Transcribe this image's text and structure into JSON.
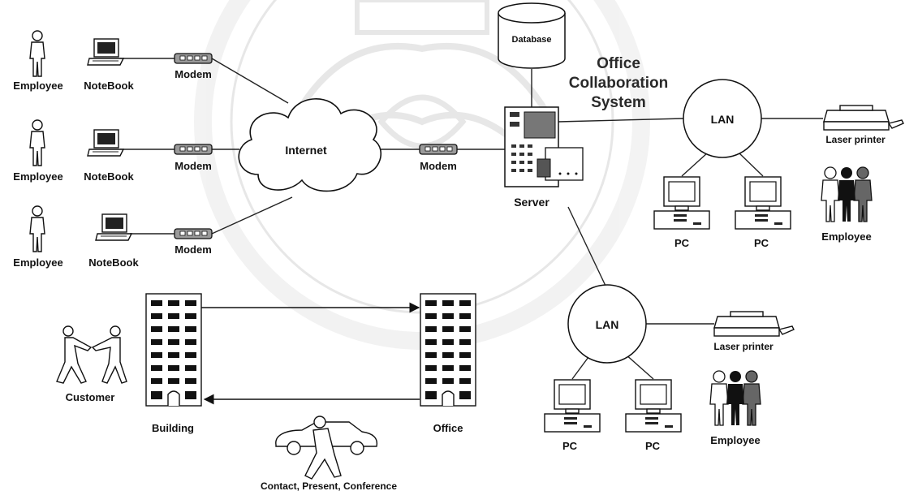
{
  "diagram": {
    "system_title": [
      "Office",
      "Collaboration",
      "System"
    ],
    "remote": [
      {
        "employee": "Employee",
        "notebook": "NoteBook",
        "modem": "Modem"
      },
      {
        "employee": "Employee",
        "notebook": "NoteBook",
        "modem": "Modem"
      },
      {
        "employee": "Employee",
        "notebook": "NoteBook",
        "modem": "Modem"
      }
    ],
    "internet": "Internet",
    "server_modem": "Modem",
    "database": "Database",
    "server": "Server",
    "lan_top": {
      "lan": "LAN",
      "printer": "Laser printer",
      "pcs": [
        "PC",
        "PC"
      ],
      "employees": "Employee"
    },
    "lan_bottom": {
      "lan": "LAN",
      "printer": "Laser printer",
      "pcs": [
        "PC",
        "PC"
      ],
      "employees": "Employee"
    },
    "offline": {
      "customer": "Customer",
      "building": "Building",
      "office": "Office",
      "activity": "Contact, Present, Conference"
    },
    "colors": {
      "line": "#222222",
      "fill_dark": "#111111",
      "fill_light": "#ffffff",
      "watermark": "#d6d6d6"
    }
  }
}
